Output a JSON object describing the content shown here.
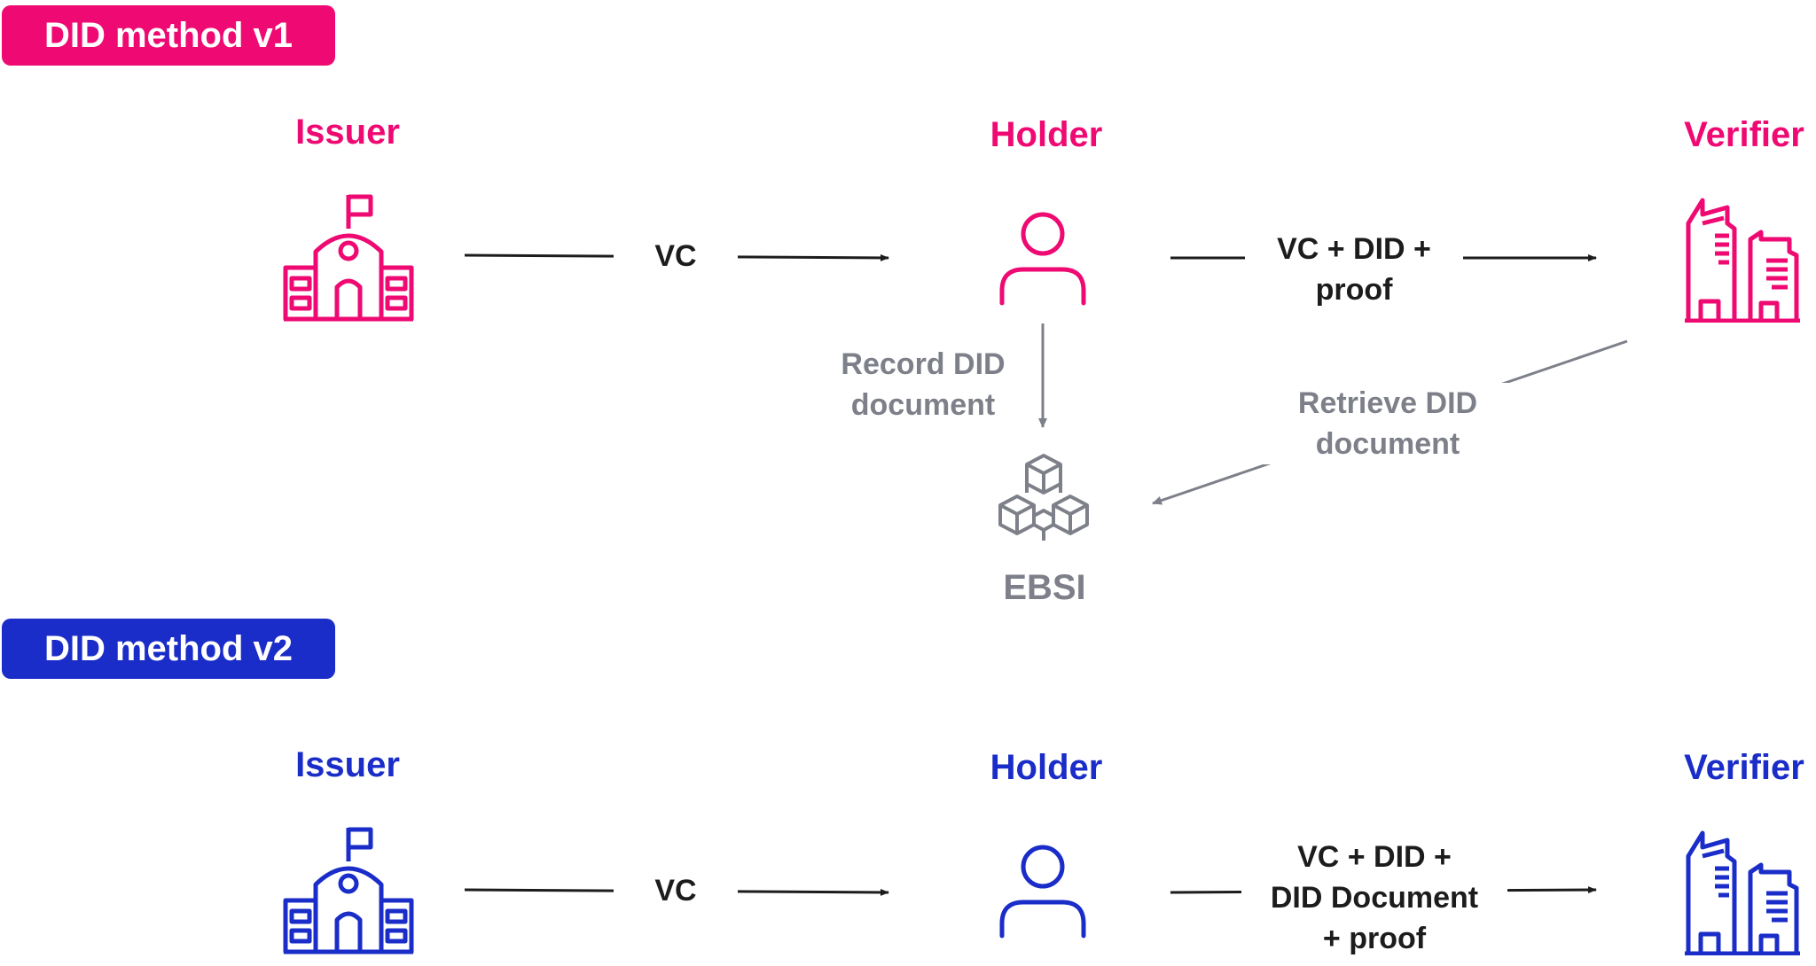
{
  "v1": {
    "badge": "DID method v1",
    "issuer": "Issuer",
    "holder": "Holder",
    "verifier": "Verifier",
    "msg_issuer_holder": "VC",
    "msg_holder_verifier": [
      "VC + DID +",
      "proof"
    ],
    "record": [
      "Record DID",
      "document"
    ],
    "retrieve": [
      "Retrieve DID",
      "document"
    ],
    "registry": "EBSI"
  },
  "v2": {
    "badge": "DID method v2",
    "issuer": "Issuer",
    "holder": "Holder",
    "verifier": "Verifier",
    "msg_issuer_holder": "VC",
    "msg_holder_verifier": [
      "VC + DID +",
      "DID Document",
      "+ proof"
    ]
  },
  "colors": {
    "v1": "#ee0a72",
    "v2": "#1a2dc8",
    "gray": "#7d8089",
    "line": "#1c1c1c"
  },
  "icons": {
    "issuer": "school-building-icon",
    "holder": "person-icon",
    "verifier": "office-buildings-icon",
    "registry": "blockchain-cubes-icon"
  }
}
